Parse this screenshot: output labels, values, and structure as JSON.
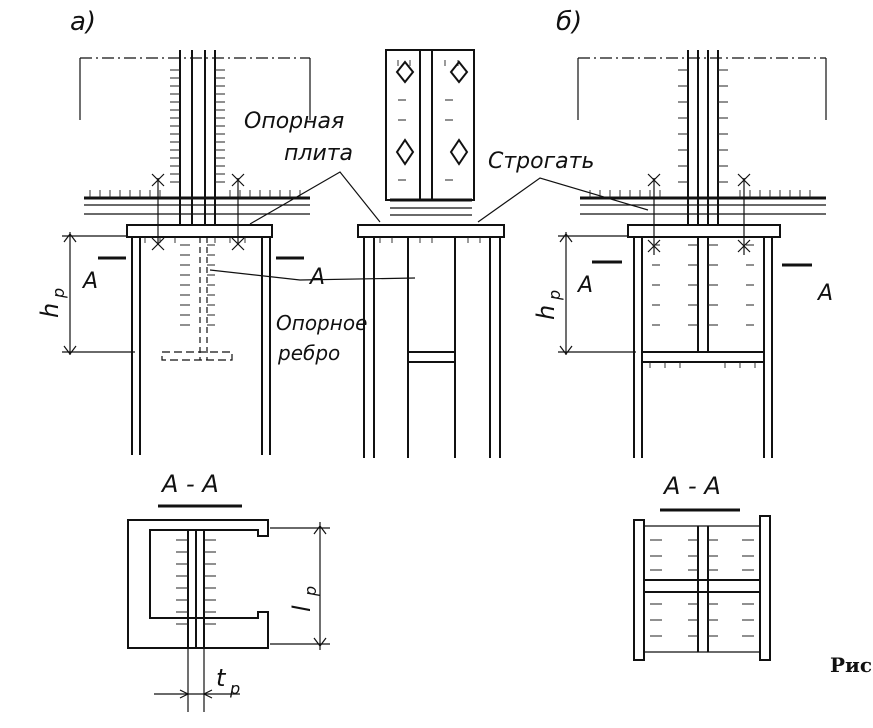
{
  "figure": {
    "panel_a_label": "a)",
    "panel_b_label": "б)",
    "label_support_plate_line1": "Опорная",
    "label_support_plate_line2": "плита",
    "label_plane": "Строгать",
    "label_support_rib_line1": "Опорное",
    "label_support_rib_line2": "ребро",
    "section_mark": "A",
    "section_title": "A - A",
    "dim_height": "h",
    "dim_height_sub": "p",
    "dim_width": "l",
    "dim_width_sub": "p",
    "dim_thickness": "t",
    "dim_thickness_sub": "p",
    "caption_fragment": "Рис"
  }
}
